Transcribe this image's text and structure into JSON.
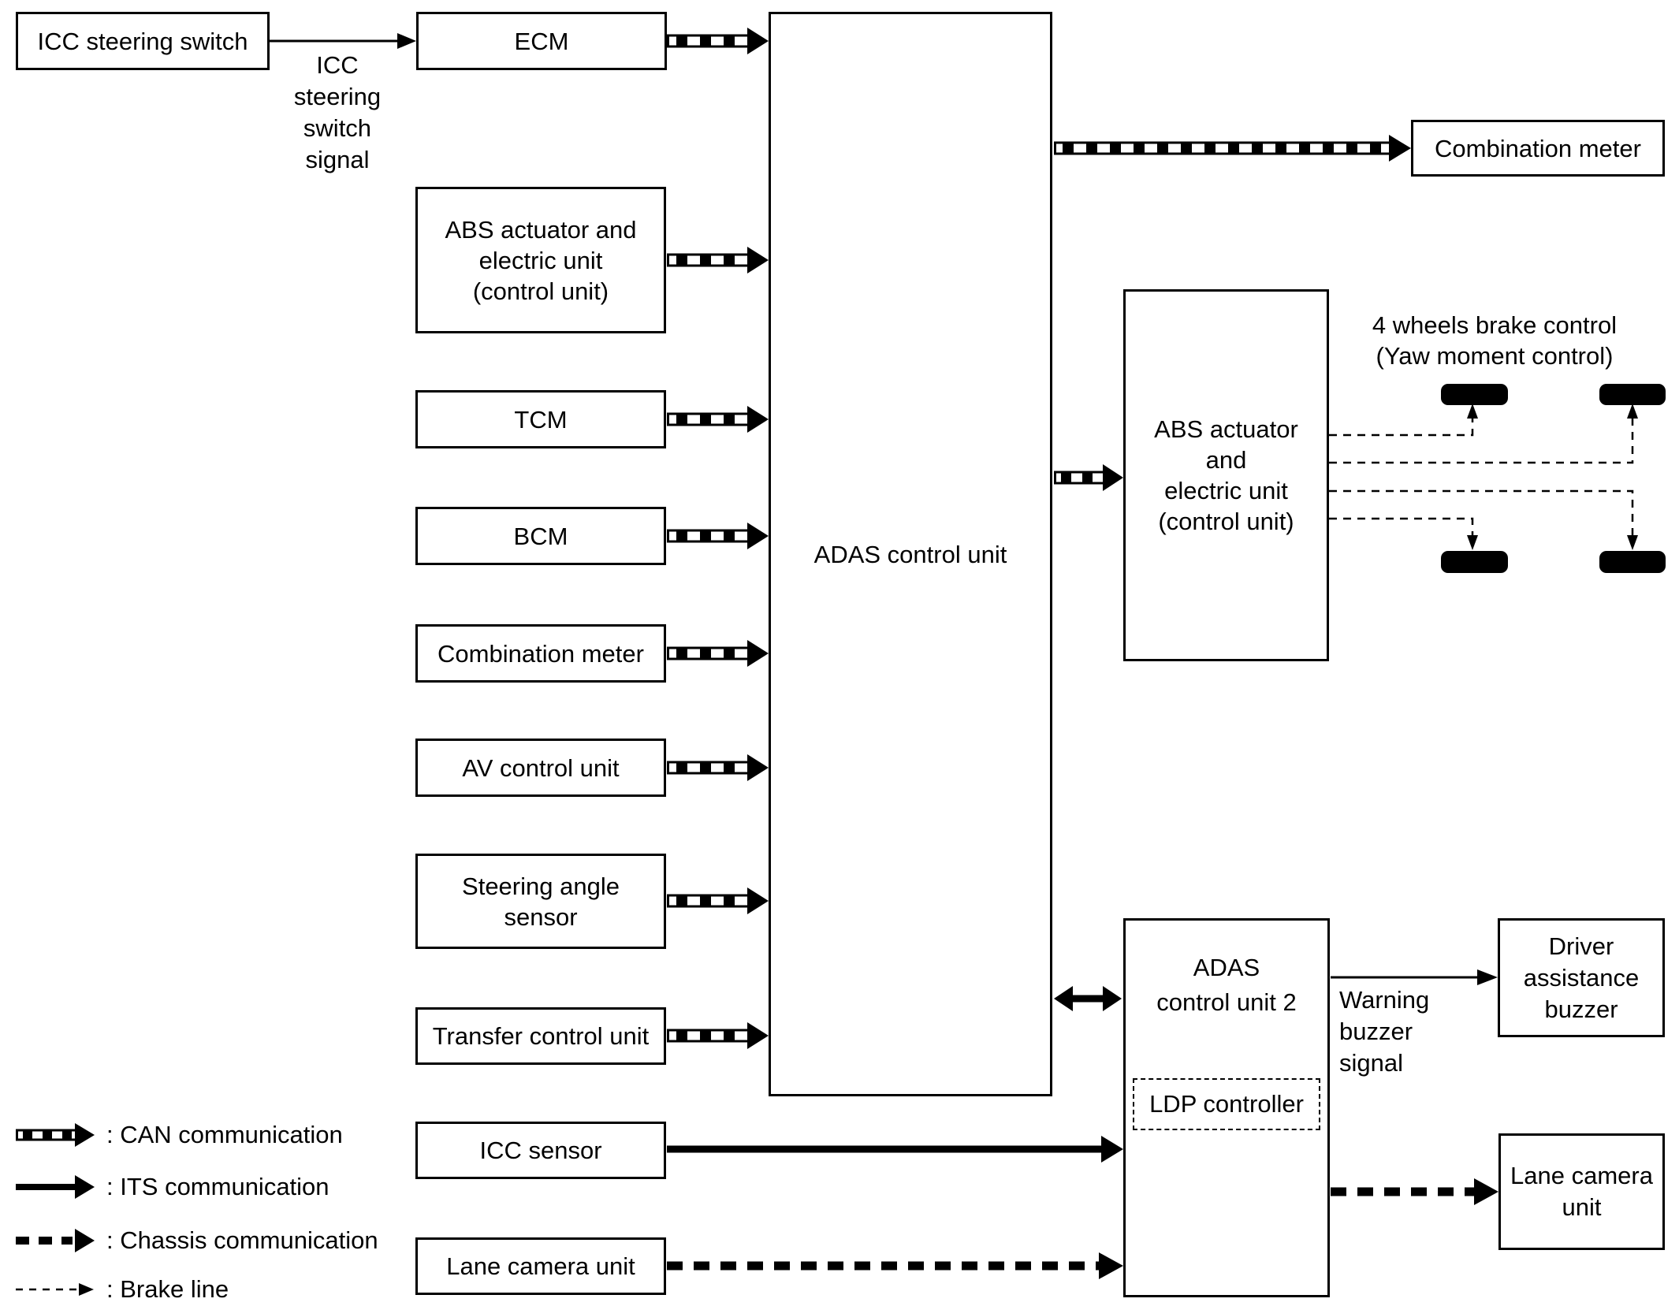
{
  "colors": {
    "ink": "#000000",
    "paper": "#ffffff"
  },
  "boxes": {
    "icc_steering_switch": {
      "label": "ICC steering switch"
    },
    "ecm": {
      "label": "ECM"
    },
    "abs_left": {
      "lines": [
        "ABS actuator and",
        "electric unit",
        "(control unit)"
      ]
    },
    "tcm": {
      "label": "TCM"
    },
    "bcm": {
      "label": "BCM"
    },
    "combination_meter_left": {
      "label": "Combination meter"
    },
    "av_control_unit": {
      "label": "AV control unit"
    },
    "steering_angle_sensor": {
      "lines": [
        "Steering angle",
        "sensor"
      ]
    },
    "transfer_control_unit": {
      "label": "Transfer control unit"
    },
    "icc_sensor": {
      "label": "ICC sensor"
    },
    "lane_camera_unit_left": {
      "label": "Lane camera unit"
    },
    "adas_control_unit": {
      "label": "ADAS control unit"
    },
    "combination_meter_right": {
      "label": "Combination meter"
    },
    "abs_right": {
      "lines": [
        "ABS actuator",
        "and",
        "electric unit",
        "(control unit)"
      ]
    },
    "adas_control_unit_2": {
      "lines": [
        "ADAS",
        "control unit 2"
      ]
    },
    "ldp_controller": {
      "label": "LDP controller"
    },
    "driver_assistance_buzzer": {
      "lines": [
        "Driver",
        "assistance",
        "buzzer"
      ]
    },
    "lane_camera_unit_right": {
      "lines": [
        "Lane camera",
        "unit"
      ]
    }
  },
  "labels": {
    "icc_signal": {
      "lines": [
        "ICC",
        "steering",
        "switch",
        "signal"
      ]
    },
    "four_wheels": {
      "lines": [
        "4 wheels brake control",
        "(Yaw moment control)"
      ]
    },
    "warning_buzzer": {
      "lines": [
        "Warning",
        "buzzer",
        "signal"
      ]
    }
  },
  "legend": {
    "items": [
      {
        "type": "can",
        "label": ": CAN communication"
      },
      {
        "type": "its",
        "label": ": ITS communication"
      },
      {
        "type": "chassis",
        "label": ": Chassis communication"
      },
      {
        "type": "brake",
        "label": ": Brake line"
      }
    ]
  }
}
